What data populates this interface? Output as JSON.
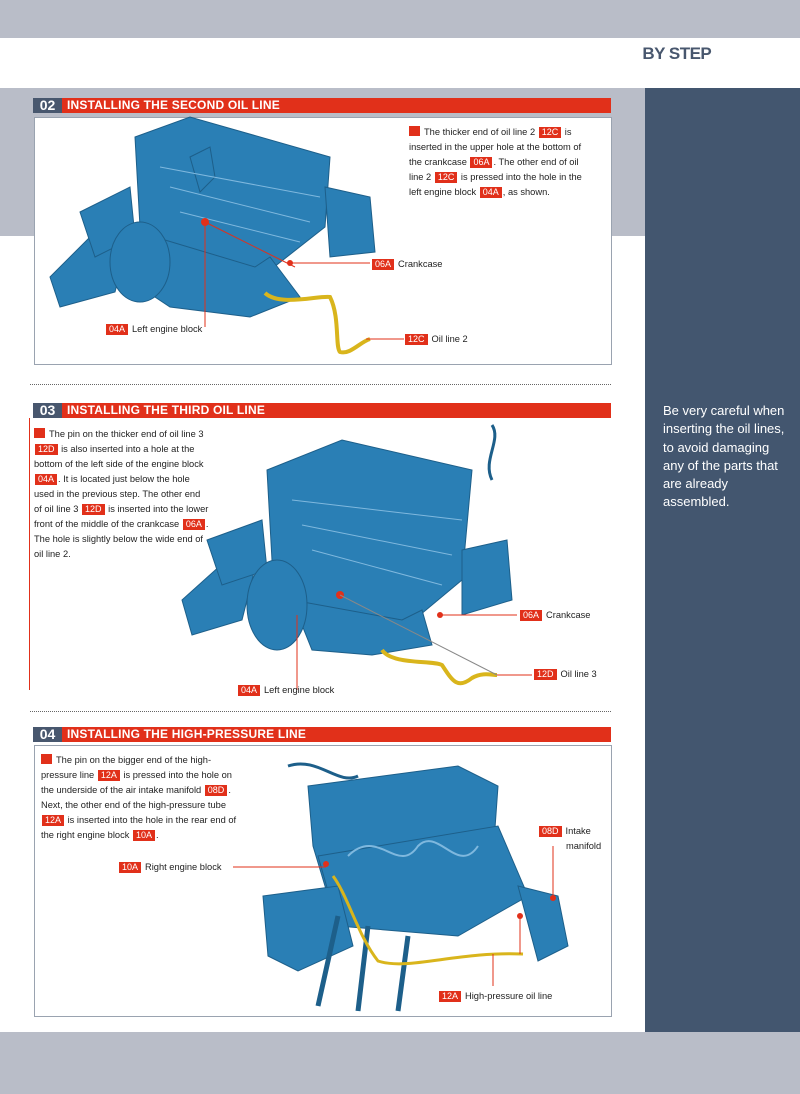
{
  "header": {
    "title_part1": "STEP ",
    "title_part2": "BY STEP"
  },
  "sidebar": {
    "note": "Be very careful when inserting the oil lines, to avoid damaging any of the parts that are already assembled."
  },
  "steps": [
    {
      "number": "02",
      "title": "INSTALLING THE SECOND OIL LINE",
      "text": [
        {
          "t": "The thicker end of oil line 2 "
        },
        {
          "tag": "12C"
        },
        {
          "t": " is inserted in the upper hole at the bottom of the crankcase "
        },
        {
          "tag": "06A"
        },
        {
          "t": ". The other end of oil line 2 "
        },
        {
          "tag": "12C"
        },
        {
          "t": " is pressed into the hole in the left engine block "
        },
        {
          "tag": "04A"
        },
        {
          "t": ", as shown."
        }
      ],
      "labels": [
        {
          "tag": "06A",
          "text": "Crankcase"
        },
        {
          "tag": "04A",
          "text": "Left engine block"
        },
        {
          "tag": "12C",
          "text": "Oil line 2"
        }
      ]
    },
    {
      "number": "03",
      "title": "INSTALLING THE THIRD OIL LINE",
      "text": [
        {
          "t": "The pin on the thicker end of oil line 3 "
        },
        {
          "tag": "12D"
        },
        {
          "t": " is also inserted into a hole at the bottom of the left side of the engine block "
        },
        {
          "tag": "04A"
        },
        {
          "t": ". It is located just below the hole used in the previous step. The other end of oil line 3 "
        },
        {
          "tag": "12D"
        },
        {
          "t": " is inserted into the lower front of the middle of the crankcase "
        },
        {
          "tag": "06A"
        },
        {
          "t": ". The hole is slightly below the wide end of oil line 2."
        }
      ],
      "labels": [
        {
          "tag": "06A",
          "text": "Crankcase"
        },
        {
          "tag": "12D",
          "text": "Oil line 3"
        },
        {
          "tag": "04A",
          "text": "Left engine block"
        }
      ]
    },
    {
      "number": "04",
      "title": "INSTALLING THE HIGH-PRESSURE LINE",
      "text": [
        {
          "t": "The pin on the bigger end of the high-pressure line "
        },
        {
          "tag": "12A"
        },
        {
          "t": " is pressed into the hole on the underside of the air intake manifold "
        },
        {
          "tag": "08D"
        },
        {
          "t": ". Next, the other end of the high-pressure tube "
        },
        {
          "tag": "12A"
        },
        {
          "t": " is inserted into the hole in the rear end of the right engine block "
        },
        {
          "tag": "10A"
        },
        {
          "t": "."
        }
      ],
      "labels": [
        {
          "tag": "08D",
          "text": "Intake"
        },
        {
          "text": "manifold"
        },
        {
          "tag": "10A",
          "text": "Right engine block"
        },
        {
          "tag": "12A",
          "text": "High-pressure oil line"
        }
      ]
    }
  ],
  "colors": {
    "accent": "#e1301a",
    "navy": "#43566f",
    "engine": "#2a7fb5",
    "oil_line": "#d9b51c"
  }
}
